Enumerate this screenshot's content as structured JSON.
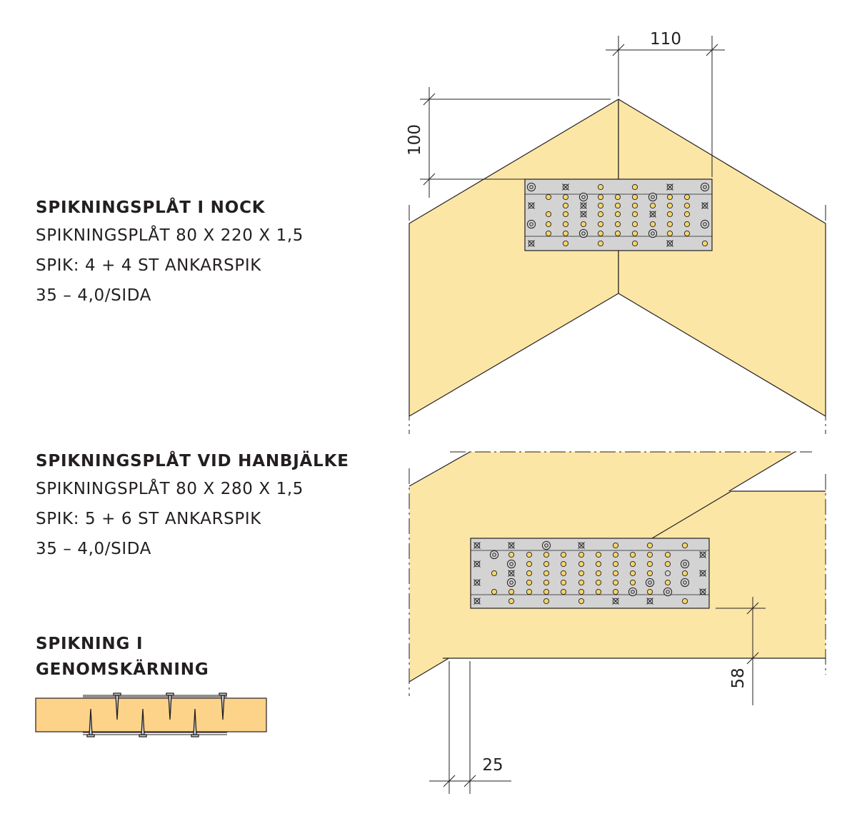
{
  "sections": {
    "nock": {
      "title": "SPIKNINGSPLÅT I NOCK",
      "lines": [
        "SPIKNINGSPLÅT 80 X 220 X 1,5",
        "SPIK: 4 + 4 ST ANKARSPIK",
        "35 – 4,0/SIDA"
      ]
    },
    "hanbjalke": {
      "title": "SPIKNINGSPLÅT VID HANBJÄLKE",
      "lines": [
        "SPIKNINGSPLÅT 80 X 280 X 1,5",
        "SPIK: 5 + 6 ST ANKARSPIK",
        "35 – 4,0/SIDA"
      ]
    },
    "genomskarning": {
      "title_lines": [
        "SPIKNING I",
        "GENOMSKÄRNING"
      ]
    }
  },
  "dimensions": {
    "top_width": "110",
    "top_height": "100",
    "bottom_edge": "58",
    "bottom_offset": "25"
  },
  "colors": {
    "wood": "#fce6a6",
    "wood_section": "#fdd38a",
    "plate": "#d3d3d3",
    "nail_hole": "#f5d56a",
    "line": "#231f20"
  }
}
